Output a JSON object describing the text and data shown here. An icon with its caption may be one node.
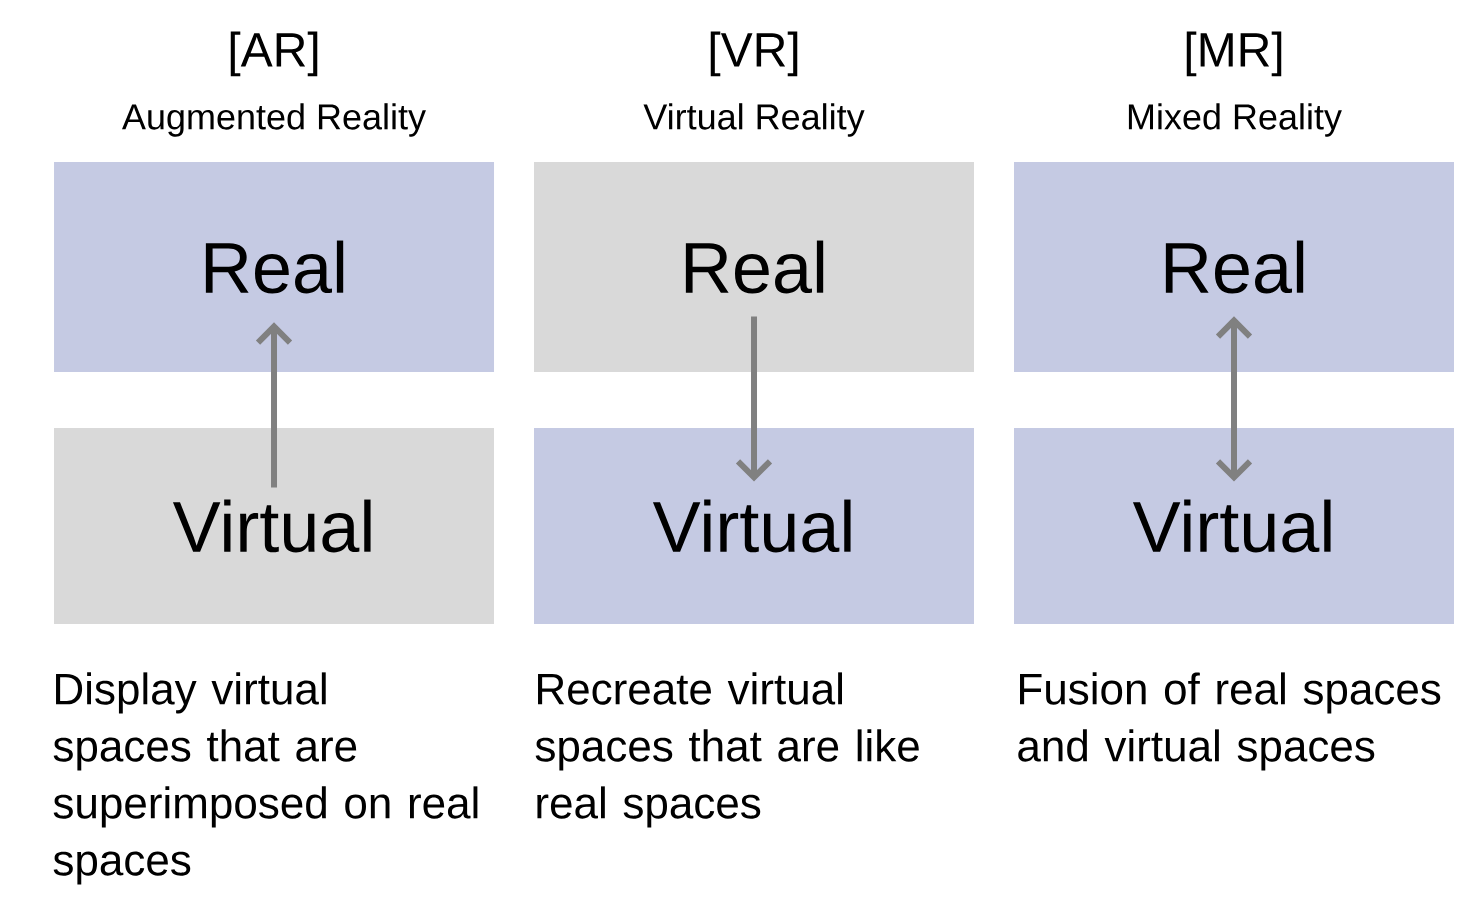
{
  "diagram": {
    "nodes": [
      {
        "text": [
          "Real"
        ]
      },
      {
        "text": [
          "Virtual"
        ]
      },
      {
        "text": [
          "Real"
        ]
      },
      {
        "text": [
          "Virtual"
        ]
      },
      {
        "text": [
          "Real"
        ]
      },
      {
        "text": [
          "Virtual"
        ]
      }
    ],
    "edges": [
      {
        "from": 1,
        "to": 0,
        "arrow": "to"
      },
      {
        "from": 2,
        "to": 3,
        "arrow": "to"
      },
      {
        "from": 4,
        "to": 5,
        "arrow": "both"
      }
    ],
    "labels": [
      "[AR]",
      "[VR]",
      "[MR]",
      "Augmented Reality",
      "Virtual Reality",
      "Mixed Reality",
      "Display virtual spaces that are superimposed on real spaces",
      "Recreate virtual spaces that are like real spaces",
      "Fusion of real spaces and virtual spaces"
    ]
  }
}
